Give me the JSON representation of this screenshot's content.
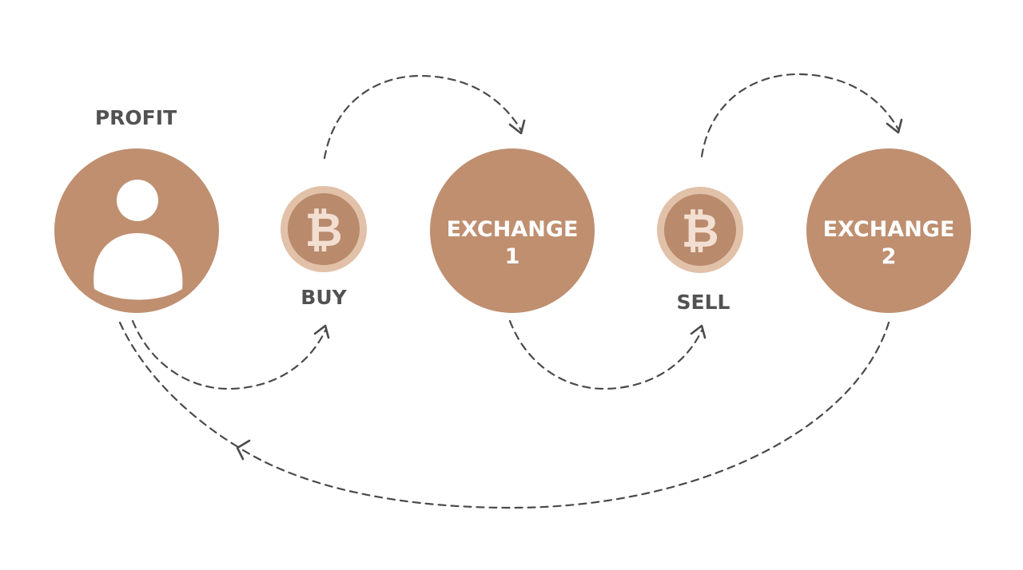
{
  "labels": {
    "profit": "PROFIT",
    "buy": "BUY",
    "sell": "SELL"
  },
  "exchanges": [
    {
      "line1": "EXCHANGE",
      "line2": "1"
    },
    {
      "line1": "EXCHANGE",
      "line2": "2"
    }
  ],
  "coin_symbol": "₿",
  "icons": {
    "user": "user-icon",
    "coin": "bitcoin-icon"
  },
  "colors": {
    "primary": "#bf8f70",
    "coin_outer": "#e2c1a9",
    "coin_inner": "#b98a6c",
    "coin_symbol": "#f3dfd1",
    "text": "#525252",
    "arrow": "#4a4a4a"
  }
}
